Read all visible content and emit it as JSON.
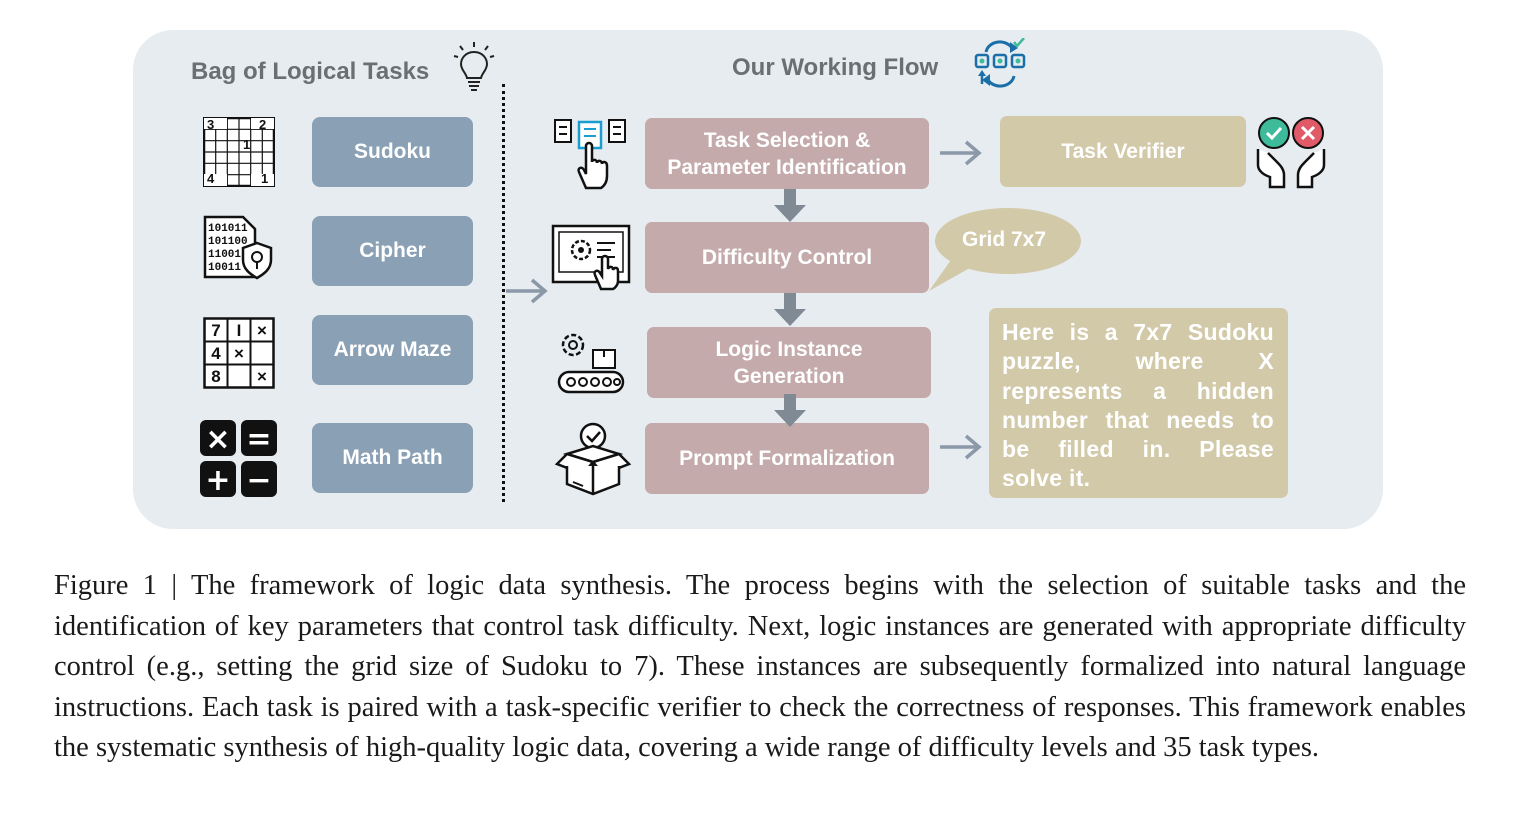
{
  "figure": {
    "left_title": "Bag of Logical Tasks",
    "right_title": "Our Working Flow",
    "tasks": [
      "Sudoku",
      "Cipher",
      "Arrow Maze",
      "Math Path"
    ],
    "flow_steps": [
      "Task Selection & Parameter Identification",
      "Difficulty Control",
      "Logic Instance Generation",
      "Prompt Formalization"
    ],
    "verifier": "Task Verifier",
    "bubble": "Grid 7x7",
    "output": "Here is a 7x7 Sudoku puzzle, where X represents a hidden number that needs to be filled in. Please solve it.",
    "sudoku_digits": [
      "3",
      "2",
      "1",
      "4",
      "1"
    ],
    "cipher_lines": [
      "101011",
      "101100",
      "11001",
      "10011"
    ],
    "maze_cells": [
      "7",
      "I",
      "×",
      "4",
      "×",
      "",
      "8",
      "",
      "×"
    ],
    "math_symbols": [
      "×",
      "=",
      "+",
      "−"
    ]
  },
  "caption": "Figure 1 | The framework of logic data synthesis. The process begins with the selection of suitable tasks and the identification of key parameters that control task difficulty. Next, logic instances are generated with appropriate difficulty control (e.g., setting the grid size of Sudoku to 7). These instances are subsequently formalized into natural language instructions. Each task is paired with a task-specific verifier to check the correctness of responses. This framework enables the systematic synthesis of high-quality logic data, covering a wide range of difficulty levels and 35 task types.",
  "colors": {
    "panel": "#e6ecef",
    "task_box": "#8aa0b5",
    "flow_box": "#c4aaab",
    "olive_box": "#d2c9a9",
    "arrow": "#8a98a8",
    "check": "#3dbb9a",
    "cross": "#e05a68"
  },
  "icons": [
    "lightbulb-icon",
    "workflow-icon",
    "sudoku-grid-icon",
    "cipher-document-icon",
    "arrow-maze-icon",
    "math-operators-icon",
    "touch-select-icon",
    "screen-settings-icon",
    "gear-conveyor-icon",
    "open-box-check-icon",
    "verify-hands-icon"
  ]
}
